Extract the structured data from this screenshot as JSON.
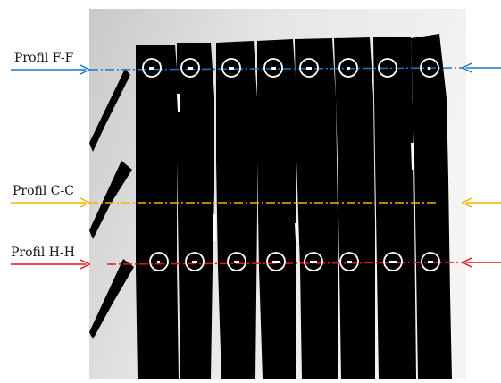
{
  "figure": {
    "profiles": [
      {
        "label": "Profil F-F",
        "color": "#1f77c4"
      },
      {
        "label": "Profil C-C",
        "color": "#f5b400"
      },
      {
        "label": "Profil H-H",
        "color": "#e8141b"
      }
    ],
    "colors": {
      "background": "#ffffff",
      "micrograph_light": "#f4f4f4",
      "micrograph_dark": "#c9c9c9",
      "strips": "#000000",
      "markers": "#ffffff"
    },
    "strip_count": 8,
    "markers_per_profile": 8
  }
}
